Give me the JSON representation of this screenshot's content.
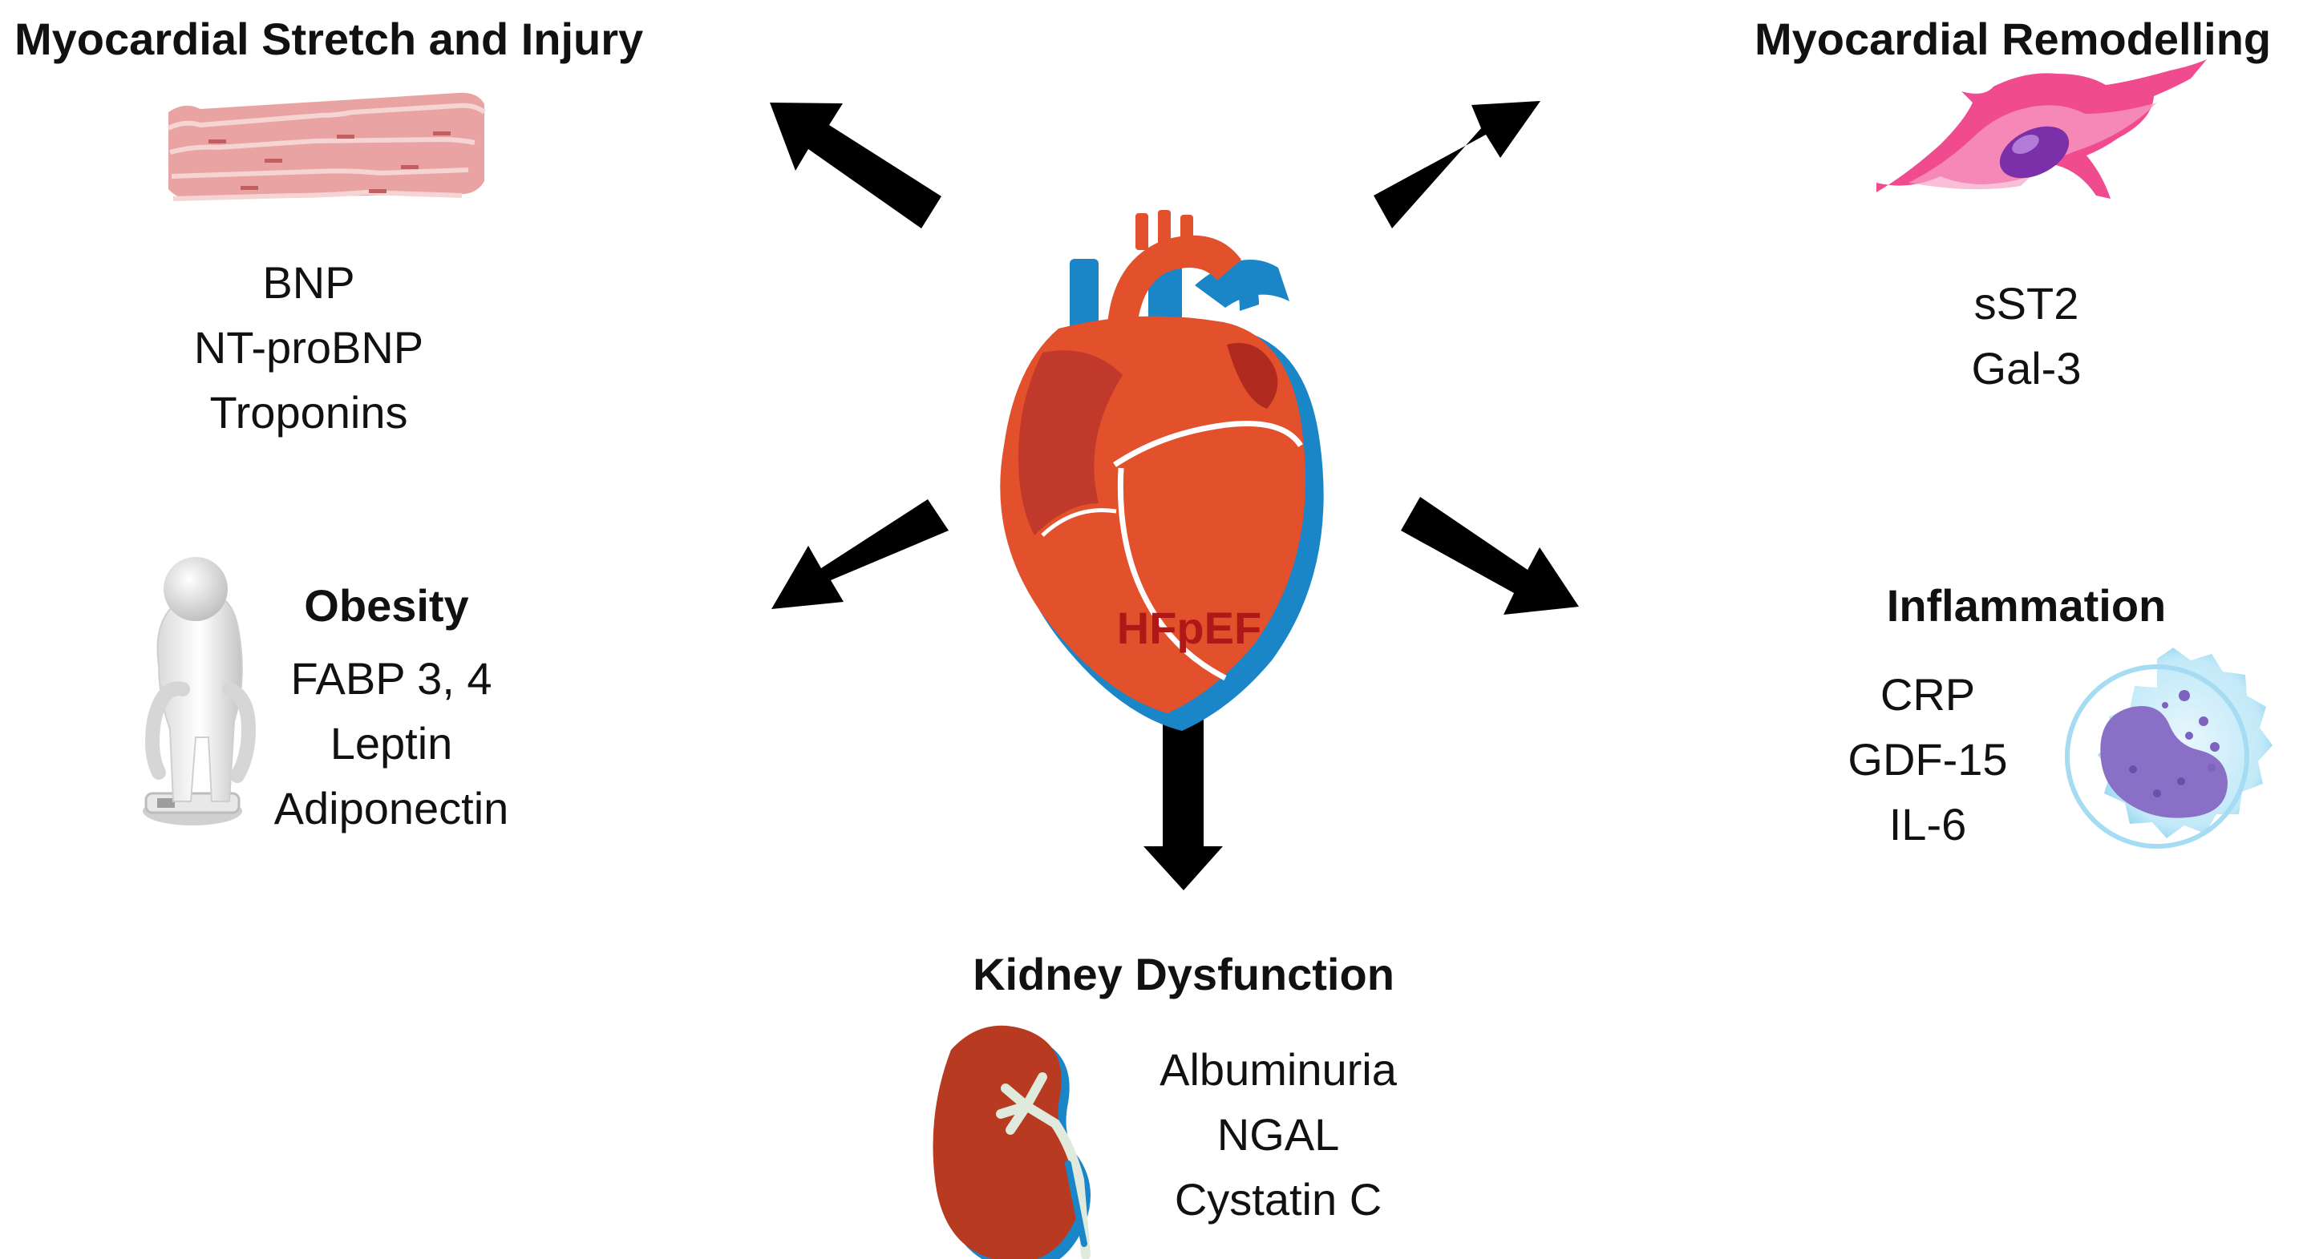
{
  "center": {
    "label": "HFpEF",
    "label_color": "#b01818"
  },
  "groups": {
    "stretch": {
      "title": "Myocardial Stretch and Injury",
      "markers": [
        "BNP",
        "NT-proBNP",
        "Troponins"
      ]
    },
    "remodelling": {
      "title": "Myocardial Remodelling",
      "markers": [
        "sST2",
        "Gal-3"
      ]
    },
    "obesity": {
      "title": "Obesity",
      "markers": [
        "FABP 3, 4",
        "Leptin",
        "Adiponectin"
      ]
    },
    "inflammation": {
      "title": "Inflammation",
      "markers": [
        "CRP",
        "GDF-15",
        "IL-6"
      ]
    },
    "kidney": {
      "title": "Kidney Dysfunction",
      "markers": [
        "Albuminuria",
        "NGAL",
        "Cystatin C"
      ]
    }
  },
  "icons": {
    "center": "heart-icon",
    "stretch": "muscle-fiber-icon",
    "remodelling": "fibroblast-cell-icon",
    "obesity": "person-on-scale-icon",
    "inflammation": "immune-cell-icon",
    "kidney": "kidney-icon"
  },
  "colors": {
    "arrow": "#000000",
    "heart_red": "#e2502c",
    "heart_dark": "#c0392b",
    "vessel_blue": "#1a86c8",
    "muscle_pink": "#e9a3a3",
    "cell_pink": "#f04b8e",
    "nucleus_purple": "#7b2fa8",
    "immune_blue": "#b7e4f7",
    "immune_purple": "#8a6fc7",
    "kidney_red": "#b83a20"
  }
}
